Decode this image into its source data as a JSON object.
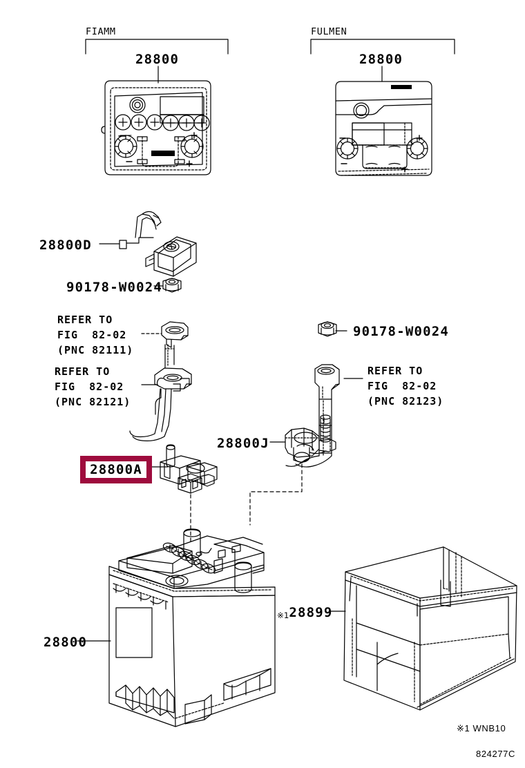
{
  "diagram": {
    "figure_code": "824277C",
    "footnote": "※1 WNB10",
    "groups": [
      {
        "name": "fiamm",
        "label": "FIAMM",
        "part_number": "28800"
      },
      {
        "name": "fulmen",
        "label": "FULMEN",
        "part_number": "28800"
      }
    ],
    "callouts": {
      "sensor": "28800D",
      "nut_left": "90178-W0024",
      "nut_right": "90178-W0024",
      "terminal_positive": "28800A",
      "terminal_negative": "28800J",
      "battery": "28800",
      "battery_cover": "28899",
      "battery_cover_mark": "※1"
    },
    "refer_blocks": [
      {
        "name": "pnc-82111",
        "line1": "REFER TO",
        "line2": "FIG  82-02",
        "line3": "(PNC 82111)"
      },
      {
        "name": "pnc-82121",
        "line1": "REFER TO",
        "line2": "FIG  82-02",
        "line3": "(PNC 82121)"
      },
      {
        "name": "pnc-82123",
        "line1": "REFER TO",
        "line2": "FIG  82-02",
        "line3": "(PNC 82123)"
      }
    ],
    "colors": {
      "line": "#000000",
      "background": "#ffffff",
      "highlight": "#9e0b3d"
    }
  }
}
